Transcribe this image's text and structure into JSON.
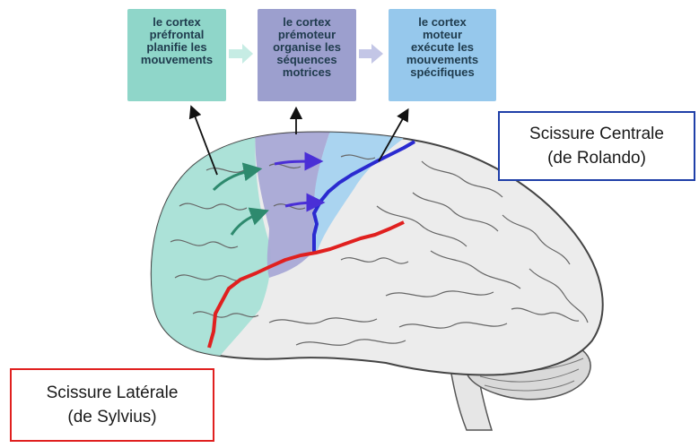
{
  "boxes": {
    "prefrontal": "le cortex\npréfrontal\nplanifie les\nmouvements",
    "premotor": "le cortex\nprémoteur\norganise les\nséquences\nmotrices",
    "motor": "le cortex\nmoteur\nexécute les\nmouvements\nspécifiques"
  },
  "labels": {
    "central_line1": "Scissure Centrale",
    "central_line2": "(de Rolando)",
    "lateral_line1": "Scissure Latérale",
    "lateral_line2": "(de Sylvius)"
  },
  "colors": {
    "prefrontal": "#8fd6c9",
    "premotor": "#9c9fce",
    "motor": "#96c8ec",
    "central_sulcus": "#2a2ad0",
    "lateral_sulcus": "#e0201f"
  }
}
